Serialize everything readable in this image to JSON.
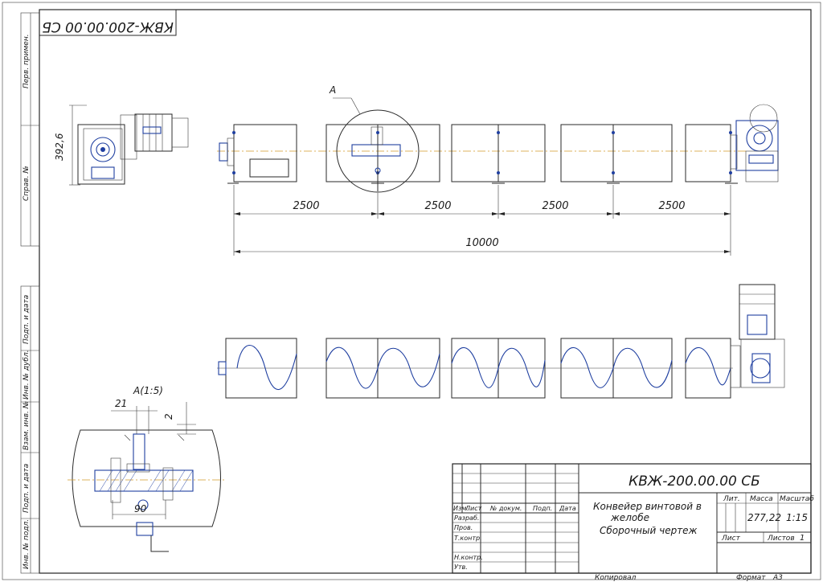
{
  "drawing": {
    "code": "КВЖ-200.00.00 СБ",
    "code_mirrored": "КВЖ-200.00.00 СБ",
    "title_line1": "Конвейер винтовой в",
    "title_line2": "желобе",
    "title_line3": "Сборочный чертеж",
    "mass": "277,22",
    "scale": "1:15",
    "sheets_count": "1"
  },
  "title_block": {
    "col_izm": "Изм.",
    "col_list": "Лист",
    "col_doc": "№ докум.",
    "col_sign": "Подп.",
    "col_date": "Дата",
    "row_razrab": "Разраб.",
    "row_prov": "Пров.",
    "row_tkontr": "Т.контр.",
    "row_nkontr": "Н.контр.",
    "row_utv": "Утв.",
    "lit": "Лит.",
    "massa": "Масса",
    "masshtab": "Масштаб",
    "list": "Лист",
    "listov": "Листов",
    "kopiroval": "Копировал",
    "format_label": "Формат",
    "format_value": "A3"
  },
  "side_strip": {
    "perv_primen": "Перв. примен.",
    "sprav_no": "Справ. №",
    "podp_data_1": "Подп. и дата",
    "inv_dubl": "Инв. № дубл.",
    "vzam_inv": "Взам. инв. №",
    "podp_data_2": "Подп. и дата",
    "inv_podl": "Инв. № подл."
  },
  "dimensions": {
    "height_end_view": "392,6",
    "section_1": "2500",
    "section_2": "2500",
    "section_3": "2500",
    "section_4": "2500",
    "total_length": "10000",
    "detail_ref": "A",
    "detail_title": "A(1:5)",
    "detail_21": "21",
    "detail_2": "2",
    "detail_90": "90"
  }
}
